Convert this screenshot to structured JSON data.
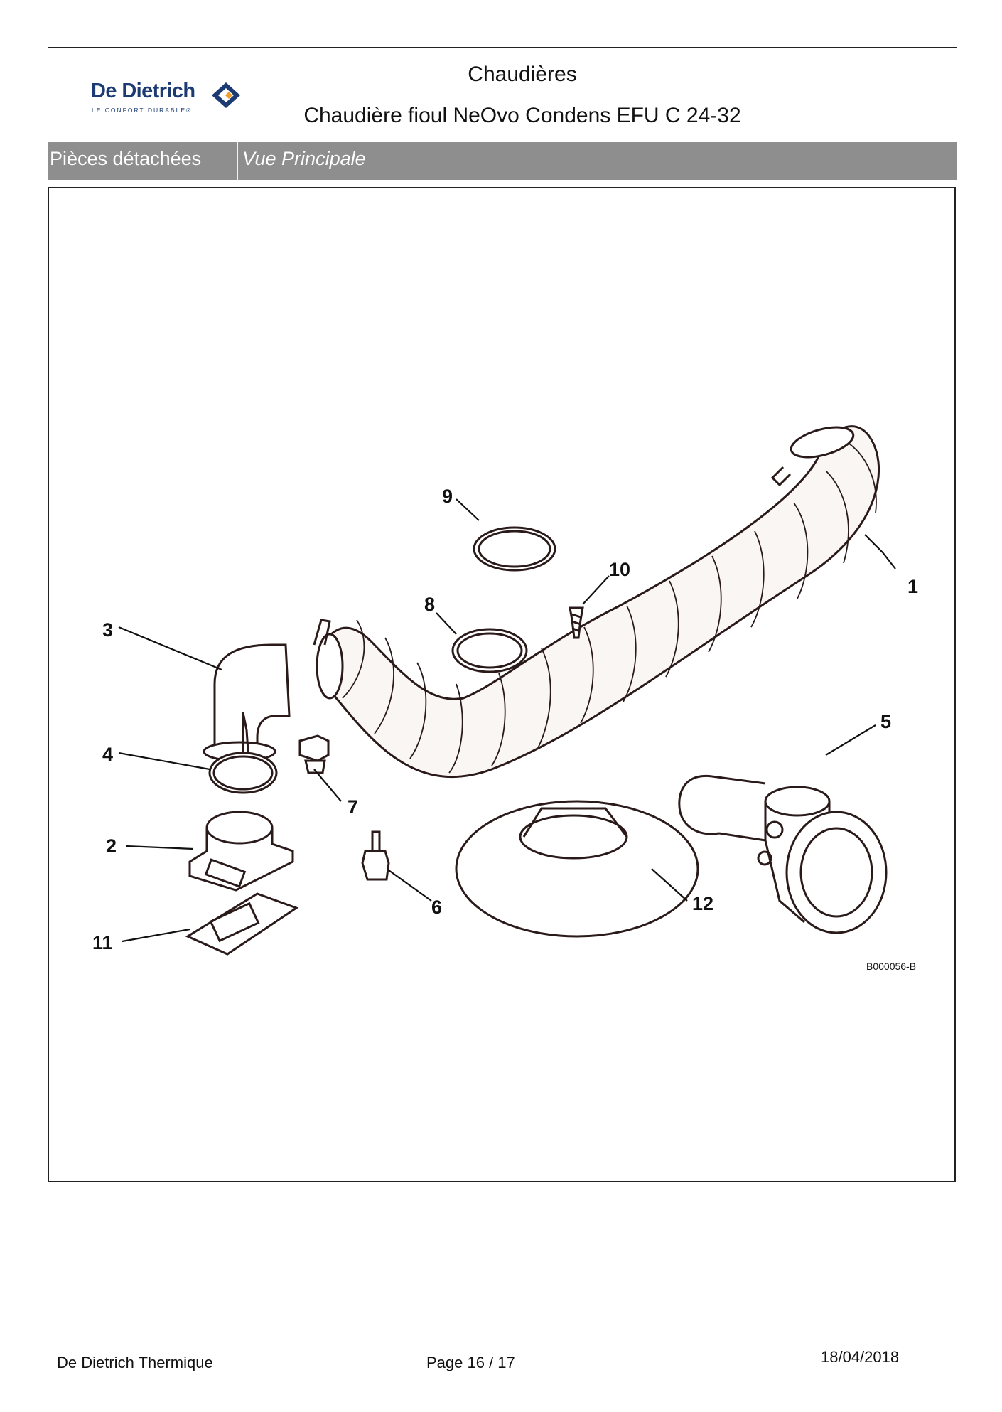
{
  "brand": {
    "name": "De Dietrich",
    "tagline": "LE CONFORT DURABLE®",
    "colors": {
      "blue": "#1b3b72",
      "orange": "#f0a023"
    }
  },
  "header": {
    "category": "Chaudières",
    "product": "Chaudière fioul NeOvo Condens EFU C 24-32"
  },
  "section_bar": {
    "left_label": "Pièces détachées",
    "right_label": "Vue Principale",
    "color": "#8e8e8e"
  },
  "diagram": {
    "callouts": [
      "1",
      "2",
      "3",
      "4",
      "5",
      "6",
      "7",
      "8",
      "9",
      "10",
      "11",
      "12"
    ],
    "reference": "B000056-B"
  },
  "footer": {
    "company": "De Dietrich Thermique",
    "page": "Page 16  /  17",
    "date": "18/04/2018"
  }
}
